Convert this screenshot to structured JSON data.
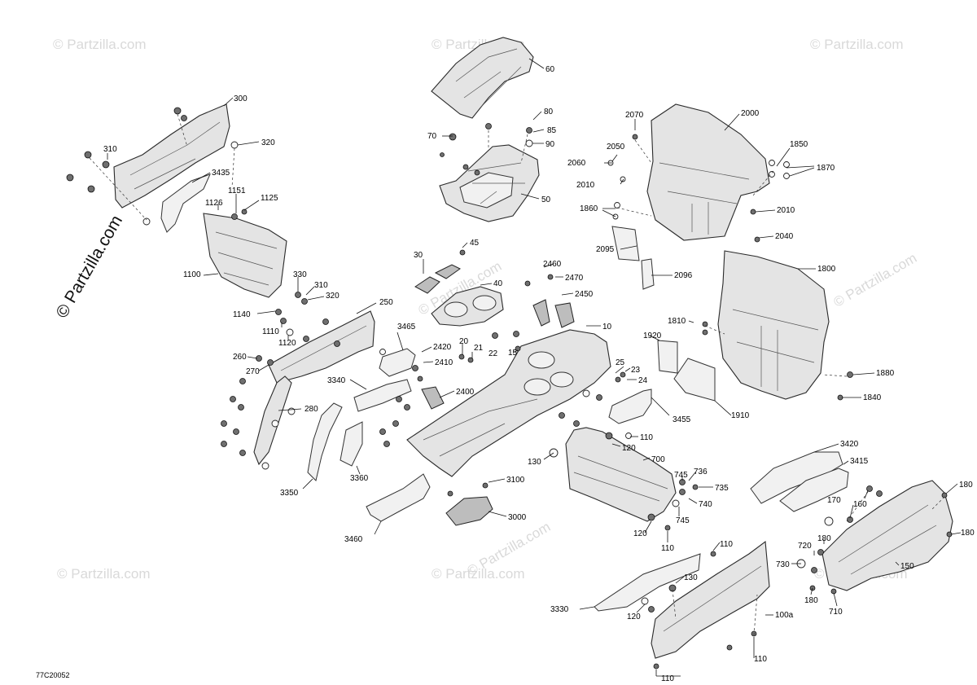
{
  "watermark": {
    "text": "© Partzilla.com",
    "brand_text": "© Partzilla.com"
  },
  "diagram_code": "77C20052",
  "callouts": {
    "c60": "60",
    "c80": "80",
    "c85": "85",
    "c90": "90",
    "c70": "70",
    "c50": "50",
    "c300": "300",
    "c320": "320",
    "c310": "310",
    "c3435": "3435",
    "c1126": "1126",
    "c1151": "1151",
    "c1125": "1125",
    "c1100": "1100",
    "c330": "330",
    "c310b": "310",
    "c320b": "320",
    "c1140": "1140",
    "c1110": "1110",
    "c1120": "1120",
    "c250": "250",
    "c260": "260",
    "c270": "270",
    "c280": "280",
    "c3465": "3465",
    "c3340": "3340",
    "c3350": "3350",
    "c3360": "3360",
    "c3460": "3460",
    "c30": "30",
    "c45": "45",
    "c40": "40",
    "c2460": "2460",
    "c2470": "2470",
    "c2450": "2450",
    "c10": "10",
    "c15": "15",
    "c20": "20",
    "c21": "21",
    "c22": "22",
    "c2420": "2420",
    "c2410": "2410",
    "c2400": "2400",
    "c25": "25",
    "c23": "23",
    "c24": "24",
    "c3100": "3100",
    "c3000": "3000",
    "c110": "110",
    "c120": "120",
    "c130": "130",
    "c700": "700",
    "c745": "745",
    "c736": "736",
    "c735": "735",
    "c740": "740",
    "c745b": "745",
    "c120b": "120",
    "c110b": "110",
    "c3455": "3455",
    "c2070": "2070",
    "c2000": "2000",
    "c2050": "2050",
    "c2060": "2060",
    "c2010": "2010",
    "c1850": "1850",
    "c1870": "1870",
    "c1860": "1860",
    "c2010b": "2010",
    "c2040": "2040",
    "c2095": "2095",
    "c2096": "2096",
    "c1800": "1800",
    "c1810": "1810",
    "c1920": "1920",
    "c1910": "1910",
    "c1880": "1880",
    "c1840": "1840",
    "c3420": "3420",
    "c3415": "3415",
    "c180": "180",
    "c170": "170",
    "c160": "160",
    "c180b": "180",
    "c720": "720",
    "c180c": "180",
    "c730": "730",
    "c150": "150",
    "c180d": "180",
    "c710": "710",
    "c110c": "110",
    "c130b": "130",
    "c3330": "3330",
    "c120c": "120",
    "c100a": "100a",
    "c110d": "110",
    "c110e": "110"
  }
}
